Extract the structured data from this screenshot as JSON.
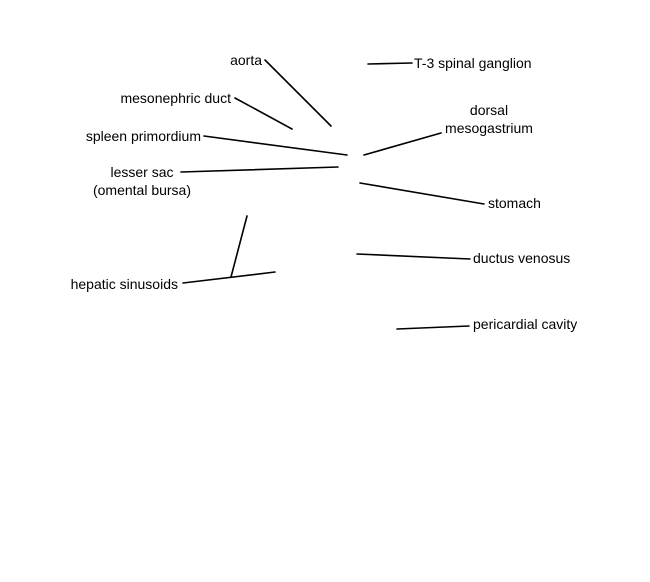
{
  "labels": {
    "aorta": "aorta",
    "t3_spinal_ganglion": "T-3 spinal ganglion",
    "mesonephric_duct": "mesonephric duct",
    "dorsal_mesogastrium": [
      "dorsal",
      "mesogastrium"
    ],
    "spleen_primordium": "spleen primordium",
    "lesser_sac": [
      "lesser sac",
      "(omental bursa)"
    ],
    "stomach": "stomach",
    "ductus_venosus": "ductus venosus",
    "hepatic_sinusoids": "hepatic sinusoids",
    "pericardial_cavity": "pericardial cavity"
  }
}
